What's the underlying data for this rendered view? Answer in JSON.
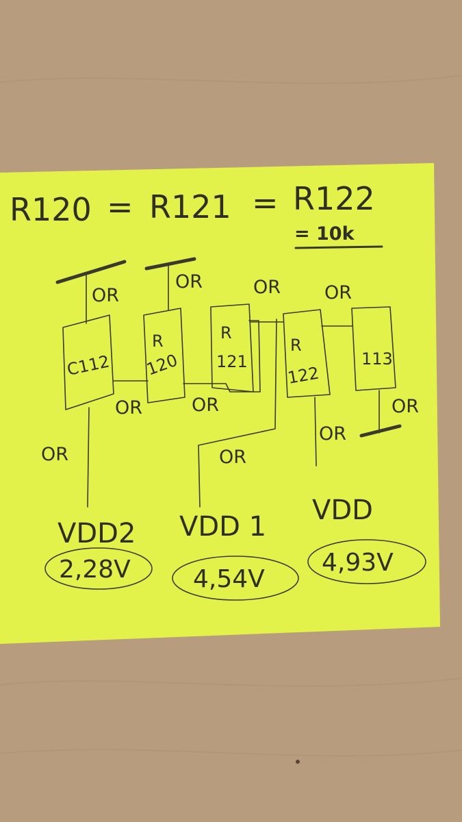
{
  "equation": {
    "r120": "R120",
    "eq1": "=",
    "r121": "R121",
    "eq2": "=",
    "r122": "R122",
    "value": "= 10k"
  },
  "components": {
    "c112": "C112",
    "r120_a": "R",
    "r120_b": "120",
    "r121_a": "R",
    "r121_b": "121",
    "r122_a": "R",
    "r122_b": "122",
    "c113": "113"
  },
  "zero_ohm_labels": {
    "top_c112": "OR",
    "top_r120": "OR",
    "top_r121_r122": "OR",
    "top_r122_c113": "OR",
    "bottom_c112_r120": "OR",
    "bottom_r120_r121": "OR",
    "left_vdd2": "OR",
    "middle_vdd1": "OR",
    "below_r122": "OR",
    "right_c113": "OR"
  },
  "rails": {
    "vdd2": {
      "label": "VDD2",
      "voltage": "2,28V"
    },
    "vdd1": {
      "label": "VDD 1",
      "voltage": "4,54V"
    },
    "vdd": {
      "label": "VDD",
      "voltage": "4,93V"
    }
  },
  "colors": {
    "table": "#b89c7e",
    "sticky_note": "#e2f24a",
    "pencil": "#3a3a2c"
  }
}
